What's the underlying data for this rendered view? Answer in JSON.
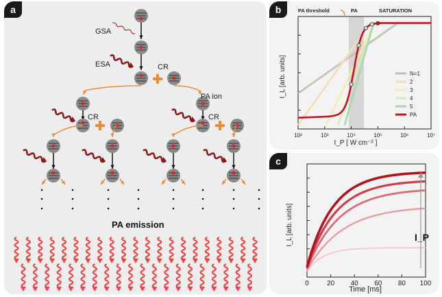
{
  "panel_a": {
    "badge": "a",
    "labels": {
      "gsa": "GSA",
      "esa": "ESA",
      "cr_top": "CR",
      "pa_ion": "PA ion",
      "cr_left": "CR",
      "cr_right": "CR"
    },
    "emission_title": "PA emission",
    "colors": {
      "ion": "#8a8a8a",
      "electron": "#e0202a",
      "arrow": "#ee8a33",
      "photon": "#ee4444",
      "pump": "#8b1a1a",
      "cross": "#ee8a33"
    }
  },
  "panel_b": {
    "badge": "b",
    "header": {
      "threshold": "PA threshold",
      "pa": "PA",
      "saturation": "SATURATION"
    },
    "chart_data": {
      "type": "line",
      "xscale": "log",
      "yscale": "log",
      "xlim": [
        100,
        10000000
      ],
      "xticks": [
        "10²",
        "10³",
        "10⁴",
        "10⁵",
        "10⁶",
        "10⁷"
      ],
      "xlabel": "I_P [ W cm⁻² ]",
      "ylabel": "I_L [arb. units]",
      "shaded_band_x": [
        8000,
        30000
      ],
      "series": [
        {
          "name": "N=1",
          "color": "#c8beb2"
        },
        {
          "name": "2",
          "color": "#f5ddb4"
        },
        {
          "name": "3",
          "color": "#f2eeb0"
        },
        {
          "name": "4",
          "color": "#d7ecb8"
        },
        {
          "name": "5",
          "color": "#a9d6ad"
        },
        {
          "name": "PA",
          "color": "#c8101e"
        }
      ],
      "markers_x": [
        10000,
        20000,
        40000,
        60000,
        100000
      ]
    }
  },
  "panel_c": {
    "badge": "c",
    "chart_data": {
      "type": "line",
      "xlim": [
        0,
        100
      ],
      "xticks": [
        "0",
        "20",
        "40",
        "60",
        "80",
        "100"
      ],
      "xlabel": "Time [ms]",
      "ylabel": "I_L [arb. units]",
      "arrow_label": "I_P",
      "curves": [
        {
          "amplitude": 0.25,
          "tau": 14,
          "color": "#f3c9cd"
        },
        {
          "amplitude": 0.65,
          "tau": 30,
          "color": "#e99aa2"
        },
        {
          "amplitude": 0.82,
          "tau": 27,
          "color": "#dc6a76"
        },
        {
          "amplitude": 0.9,
          "tau": 24,
          "color": "#cf3d4a"
        },
        {
          "amplitude": 0.98,
          "tau": 22,
          "color": "#b3121d"
        }
      ]
    }
  }
}
